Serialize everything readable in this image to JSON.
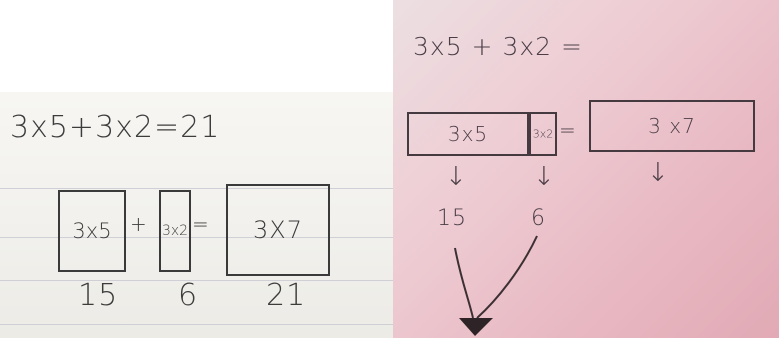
{
  "left_sheet": {
    "equation": "3x5+3x2=21",
    "box_1": "3x5",
    "plus": "+",
    "box_2": "3x2",
    "equals": "=",
    "box_3": "3X7",
    "result_1": "15",
    "result_2": "6",
    "result_3": "21"
  },
  "right_sheet": {
    "equation": "3x5 + 3x2 =",
    "box_1": "3x5",
    "box_2": "3x2",
    "equals": "=",
    "box_3": "3 x7",
    "arrow_glyph": "↓",
    "result_1": "15",
    "result_2": "6"
  }
}
